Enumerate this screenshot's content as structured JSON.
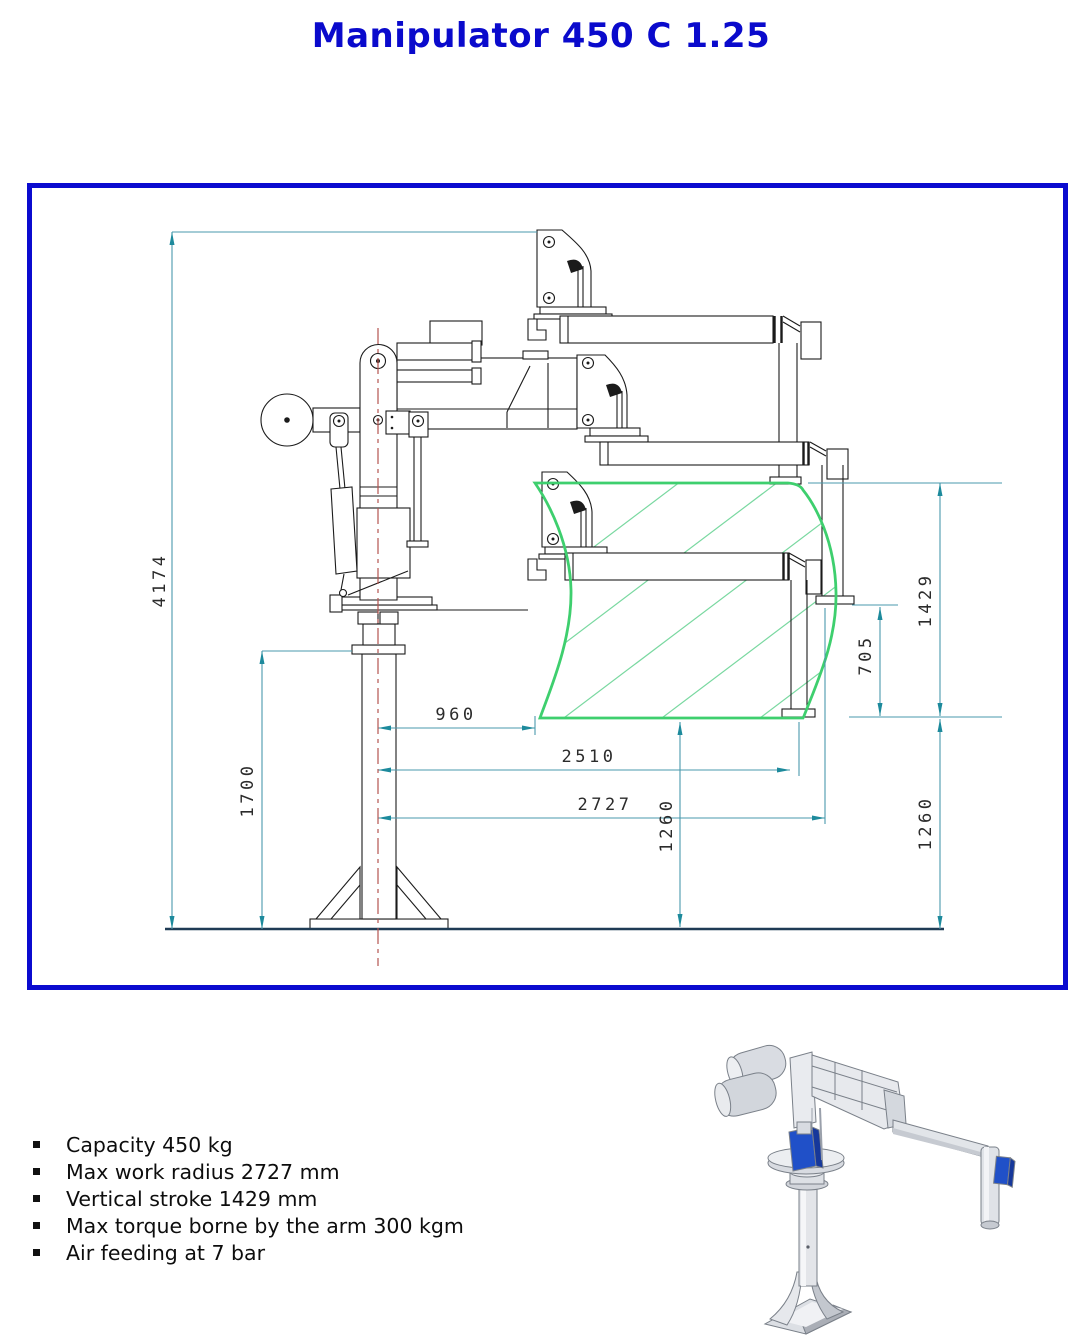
{
  "page": {
    "title": "Manipulator 450 C 1.25"
  },
  "drawing": {
    "frame_color": "#0b0bcf",
    "dimensions": {
      "overall_height": "4174",
      "column_height": "1700",
      "min_radius": "960",
      "down_radius": "2510",
      "max_radius": "2727",
      "envelope_to_ground": "1260",
      "vertical_stroke": "1429",
      "lower_stroke": "705",
      "stroke_to_ground": "1260"
    },
    "colors": {
      "dimension_lines": "#1d8a9c",
      "work_envelope": "#3ecf6e",
      "centerline": "#b3544f",
      "ground": "#1f3b55",
      "linework": "#1b1b1b"
    }
  },
  "specs": {
    "items": [
      "Capacity 450 kg",
      "Max work radius 2727 mm",
      "Vertical stroke 1429 mm",
      "Max torque borne by the arm 300 kgm",
      "Air feeding at 7 bar"
    ]
  },
  "figure3d": {
    "body_color": "#dfe2e7",
    "accent_color": "#2050c8"
  }
}
